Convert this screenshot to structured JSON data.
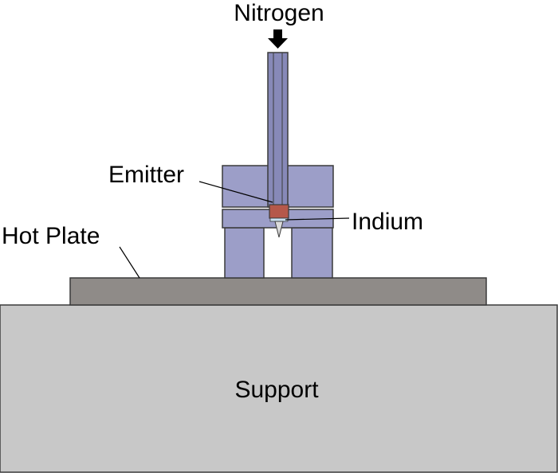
{
  "labels": {
    "nitrogen": "Nitrogen",
    "emitter": "Emitter",
    "indium": "Indium",
    "hot_plate": "Hot Plate",
    "support": "Support"
  },
  "colors": {
    "support": "#c8c8c8",
    "hot_plate": "#8f8b88",
    "holder": "#9c9ec8",
    "tube": "#8789b8",
    "emitter": "#b5584a",
    "indium": "#c9e0f0",
    "outline": "#3a3a3a",
    "leader": "#000000"
  },
  "icons": {
    "flow_arrow": "arrow-down-icon"
  }
}
